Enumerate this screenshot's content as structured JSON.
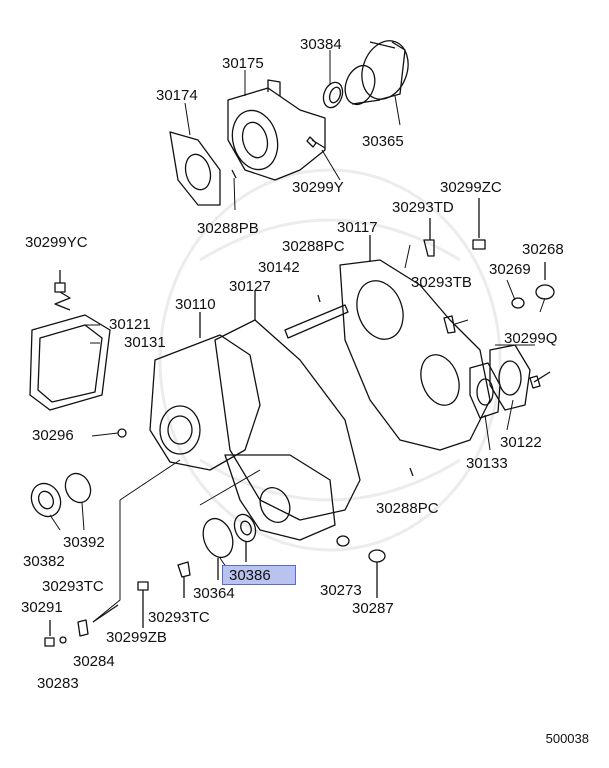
{
  "diagram": {
    "code": "500038",
    "highlight_color": "#b9c3f0",
    "labels": {
      "p30384": "30384",
      "p30175": "30175",
      "p30174": "30174",
      "p30365": "30365",
      "p30299Y": "30299Y",
      "p30288PB": "30288PB",
      "p30299ZC": "30299ZC",
      "p30293TD": "30293TD",
      "p30117": "30117",
      "p30288PC_top": "30288PC",
      "p30142": "30142",
      "p30268": "30268",
      "p30269": "30269",
      "p30299YC": "30299YC",
      "p30127": "30127",
      "p30293TB": "30293TB",
      "p30110": "30110",
      "p30121": "30121",
      "p30131": "30131",
      "p30299Q": "30299Q",
      "p30296": "30296",
      "p30122": "30122",
      "p30133": "30133",
      "p30288PC_bottom": "30288PC",
      "p30392": "30392",
      "p30382": "30382",
      "p30386": "30386",
      "p30364": "30364",
      "p30273": "30273",
      "p30293TC_left": "30293TC",
      "p30287": "30287",
      "p30291": "30291",
      "p30293TC_mid": "30293TC",
      "p30299ZB": "30299ZB",
      "p30284": "30284",
      "p30283": "30283"
    }
  }
}
